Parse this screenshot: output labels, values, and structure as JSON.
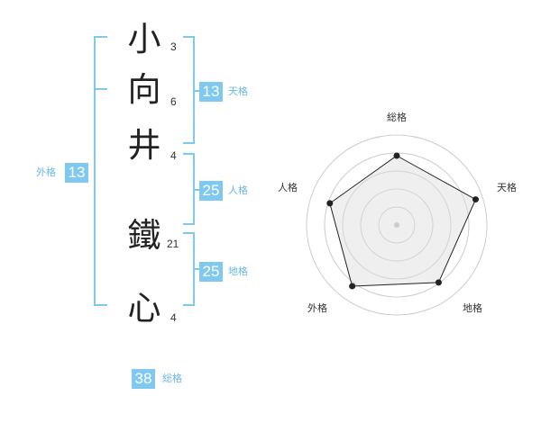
{
  "name_chars": [
    {
      "char": "小",
      "strokes": "3"
    },
    {
      "char": "向",
      "strokes": "6"
    },
    {
      "char": "井",
      "strokes": "4"
    },
    {
      "char": "鐵",
      "strokes": "21"
    },
    {
      "char": "心",
      "strokes": "4"
    }
  ],
  "scores": {
    "tenkaku": {
      "value": "13",
      "label": "天格"
    },
    "jinkaku": {
      "value": "25",
      "label": "人格"
    },
    "chikaku": {
      "value": "25",
      "label": "地格"
    },
    "gaikaku": {
      "value": "13",
      "label": "外格"
    },
    "soukaku": {
      "value": "38",
      "label": "総格"
    }
  },
  "radar": {
    "axes": [
      "総格",
      "天格",
      "地格",
      "外格",
      "人格"
    ],
    "levels": [
      0.77,
      0.92,
      0.79,
      0.84,
      0.78
    ],
    "colors": {
      "line": "#222222",
      "fill": "#eeeeee",
      "grid": "#cccccc"
    }
  },
  "colors": {
    "accent": "#7fc8f0",
    "accent_text": "#6ab7e8"
  }
}
